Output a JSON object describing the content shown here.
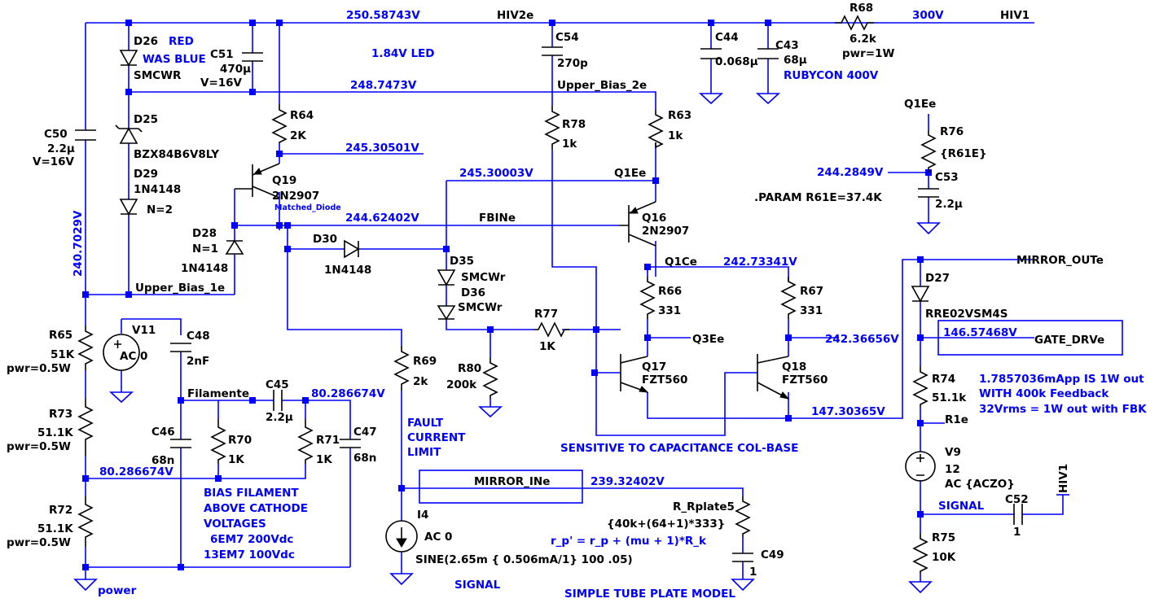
{
  "voltages": {
    "v250": "250.58743V",
    "v248": "248.7473V",
    "v245a": "245.30501V",
    "v245b": "245.30003V",
    "v244a": "244.62402V",
    "v244b": "244.2849V",
    "v242a": "242.73341V",
    "v242b": "242.36656V",
    "v240": "240.7029V",
    "v239": "239.32402V",
    "v147": "147.30365V",
    "v146": "146.57468V",
    "v80a": "80.286674V",
    "v80b": "80.286674V",
    "v300": "300V"
  },
  "nets": {
    "hiv2e": "HIV2e",
    "hiv1": "HIV1",
    "hiv1b": "HIV1",
    "upper_bias_2e": "Upper_Bias_2e",
    "upper_bias_1e": "Upper_Bias_1e",
    "q1ee_a": "Q1Ee",
    "q1ee_b": "Q1Ee",
    "fbine": "FBINe",
    "q1ce": "Q1Ce",
    "q3ee": "Q3Ee",
    "mirror_oute": "MIRROR_OUTe",
    "gate_drve": "GATE_DRVe",
    "mirror_ine": "MIRROR_INe",
    "filamente": "Filamente",
    "r1e": "R1e",
    "signal_a": "SIGNAL",
    "signal_b": "SIGNAL",
    "power": "power",
    "matched": "Matched_Diode"
  },
  "components": {
    "d26": "D26",
    "d26_v": "SMCWR",
    "d25": "D25",
    "d25_v": "BZX84B6V8LY",
    "d29": "D29",
    "d29_v": "1N4148",
    "d29_n": "N=2",
    "d28": "D28",
    "d28_n": "N=1",
    "d28_v": "1N4148",
    "d30": "D30",
    "d30_v": "1N4148",
    "d35": "D35",
    "d35_v": "SMCWr",
    "d36": "D36",
    "d36_v": "SMCWr",
    "d27": "D27",
    "d27_v": "RRE02VSM4S",
    "c51": "C51",
    "c51_v": "470μ",
    "c51_v2": "V=16V",
    "c50": "C50",
    "c50_v": "2.2μ",
    "c50_v2": "V=16V",
    "c54": "C54",
    "c54_v": "270p",
    "c44": "C44",
    "c44_v": "0.068μ",
    "c43": "C43",
    "c43_v": "68μ",
    "c53": "C53",
    "c53_v": "2.2μ",
    "c48": "C48",
    "c48_v": "2nF",
    "c45": "C45",
    "c45_v": "2.2μ",
    "c46": "C46",
    "c46_v": "68n",
    "c47": "C47",
    "c47_v": "68n",
    "c49": "C49",
    "c49_v": "1",
    "c52": "C52",
    "c52_v": "1",
    "r68": "R68",
    "r68_v": "6.2k",
    "r68_p": "pwr=1W",
    "r64": "R64",
    "r64_v": "2K",
    "r78": "R78",
    "r78_v": "1k",
    "r63": "R63",
    "r63_v": "1k",
    "r76": "R76",
    "r76_v": "{R61E}",
    "r66": "R66",
    "r66_v": "331",
    "r67": "R67",
    "r67_v": "331",
    "r77": "R77",
    "r77_v": "1K",
    "r80": "R80",
    "r80_v": "200k",
    "r65": "R65",
    "r65_v": "51K",
    "r65_p": "pwr=0.5W",
    "r73": "R73",
    "r73_v": "51.1K",
    "r73_p": "pwr=0.5W",
    "r72": "R72",
    "r72_v": "51.1K",
    "r72_p": "pwr=0.5W",
    "r70": "R70",
    "r70_v": "1K",
    "r71": "R71",
    "r71_v": "1K",
    "r69": "R69",
    "r69_v": "2k",
    "r74": "R74",
    "r74_v": "51.1k",
    "r75": "R75",
    "r75_v": "10K",
    "rplate": "R_Rplate5",
    "rplate_v": "{40k+(64+1)*333}",
    "q19": "Q19",
    "q19_v": "2N2907",
    "q16": "Q16",
    "q16_v": "2N2907",
    "q17": "Q17",
    "q17_v": "FZT560",
    "q18": "Q18",
    "q18_v": "FZT560",
    "v11": "V11",
    "v11_v": "AC 0",
    "v9": "V9",
    "v9_v": "12",
    "v9_v2": "AC {ACZO}",
    "i4": "I4",
    "i4_v": "AC 0",
    "i4_sine": "SINE(2.65m { 0.506mA/1} 100 .05)"
  },
  "notes": {
    "red": "RED",
    "was_blue": "WAS BLUE",
    "led": "1.84V LED",
    "rubycon": "RUBYCON 400V",
    "param": ".PARAM R61E=37.4K",
    "fault1": "FAULT",
    "fault2": "CURRENT",
    "fault3": "LIMIT",
    "sensitive": "SENSITIVE TO CAPACITANCE  COL-BASE",
    "note1": "1.7857036mApp IS 1W out",
    "note2": "WITH 400k Feedback",
    "note3": "32Vrms = 1W out with FBK",
    "bias1": "BIAS FILAMENT",
    "bias2": "ABOVE CATHODE",
    "bias3": "VOLTAGES",
    "bias4": "6EM7 200Vdc",
    "bias5": "13EM7 100Vdc",
    "rp_formula": "r_p' = r_p + (mu + 1)*R_k",
    "tube_model": "SIMPLE TUBE PLATE  MODEL"
  },
  "colors": {
    "wire": "#0000ff",
    "part": "#000000",
    "background": "#ffffff"
  }
}
